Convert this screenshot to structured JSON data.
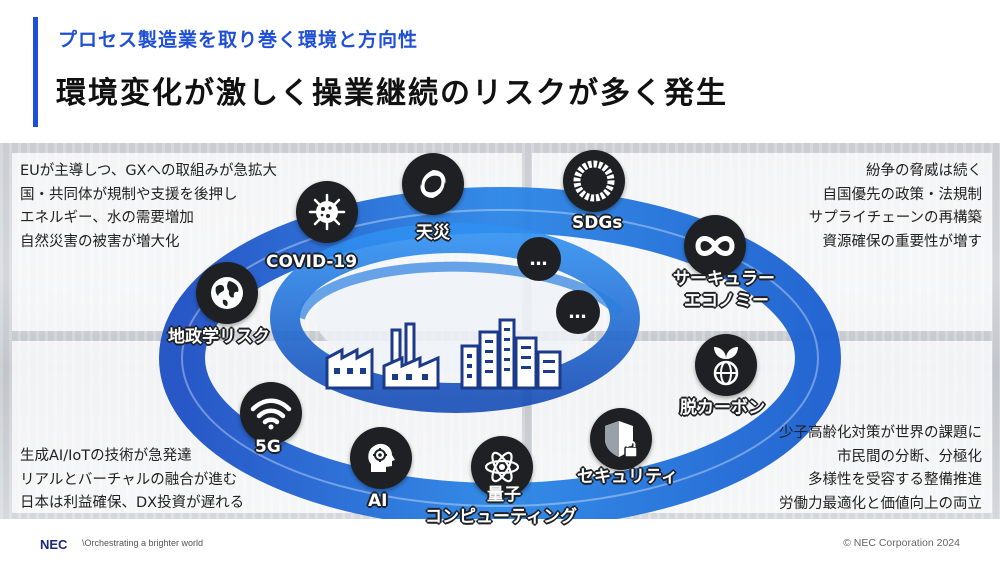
{
  "header": {
    "subtitle": "プロセス製造業を取り巻く環境と方向性",
    "title": "環境変化が激しく操業継続のリスクが多く発生"
  },
  "panels": {
    "top_left": [
      "EUが主導しつ、GXへの取組みが急拡大",
      "国・共同体が規制や支援を後押し",
      "エネルギー、水の需要増加",
      "自然災害の被害が増大化"
    ],
    "top_right": [
      "紛争の脅威は続く",
      "自国優先の政策・法規制",
      "サプライチェーンの再構築",
      "資源確保の重要性が増す"
    ],
    "bottom_left": [
      "生成AI/IoTの技術が急発達",
      "リアルとバーチャルの融合が進む",
      "日本は利益確保、DX投資が遅れる"
    ],
    "bottom_right": [
      "少子高齢化対策が世界の課題に",
      "市民間の分断、分極化",
      "多様性を受容する整備推進",
      "労働力最適化と価値向上の両立"
    ]
  },
  "risks": {
    "covid": "COVID-19",
    "disaster": "天災",
    "sdgs": "SDGs",
    "circular_1": "サーキュラー",
    "circular_2": "エコノミー",
    "geopolitics": "地政学リスク",
    "decarbon": "脱カーボン",
    "fiveg": "5G",
    "ai": "AI",
    "quantum_1": "量子",
    "quantum_2": "コンピューティング",
    "security": "セキュリティ",
    "more_1": "…",
    "more_2": "…"
  },
  "icons": [
    "virus-icon",
    "typhoon-icon",
    "sdgs-wheel-icon",
    "infinity-icon",
    "globe-icon",
    "sprout-globe-icon",
    "wifi-icon",
    "ai-head-icon",
    "atom-icon",
    "shield-lock-icon",
    "factory-icon",
    "city-icon"
  ],
  "colors": {
    "accent": "#1f4fd6",
    "ring": "#1a5fd0",
    "badge": "#1f2023"
  },
  "footer": {
    "logo": "NEC",
    "tagline": "\\Orchestrating a brighter world",
    "copyright": "© NEC Corporation 2024"
  }
}
